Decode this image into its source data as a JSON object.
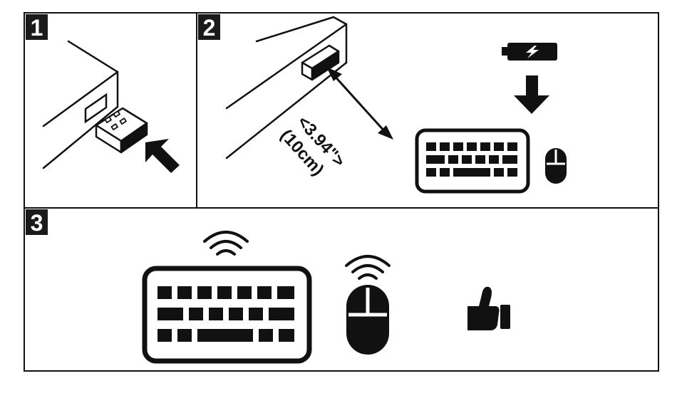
{
  "steps": [
    {
      "number": "1"
    },
    {
      "number": "2"
    },
    {
      "number": "3"
    }
  ],
  "distance": {
    "imperial": "<3.94\">",
    "metric": "(10cm)"
  },
  "icons": {
    "usb_receiver": "usb-receiver-icon",
    "insert_arrow": "arrow-icon",
    "battery": "battery-charging-icon",
    "down_arrow": "arrow-down-icon",
    "keyboard": "keyboard-icon",
    "mouse": "mouse-icon",
    "wireless": "wifi-signal-icon",
    "thumbs_up": "thumbs-up-icon"
  },
  "colors": {
    "ink": "#111111",
    "label_bg": "#1a1a1a",
    "label_fg": "#ffffff"
  }
}
